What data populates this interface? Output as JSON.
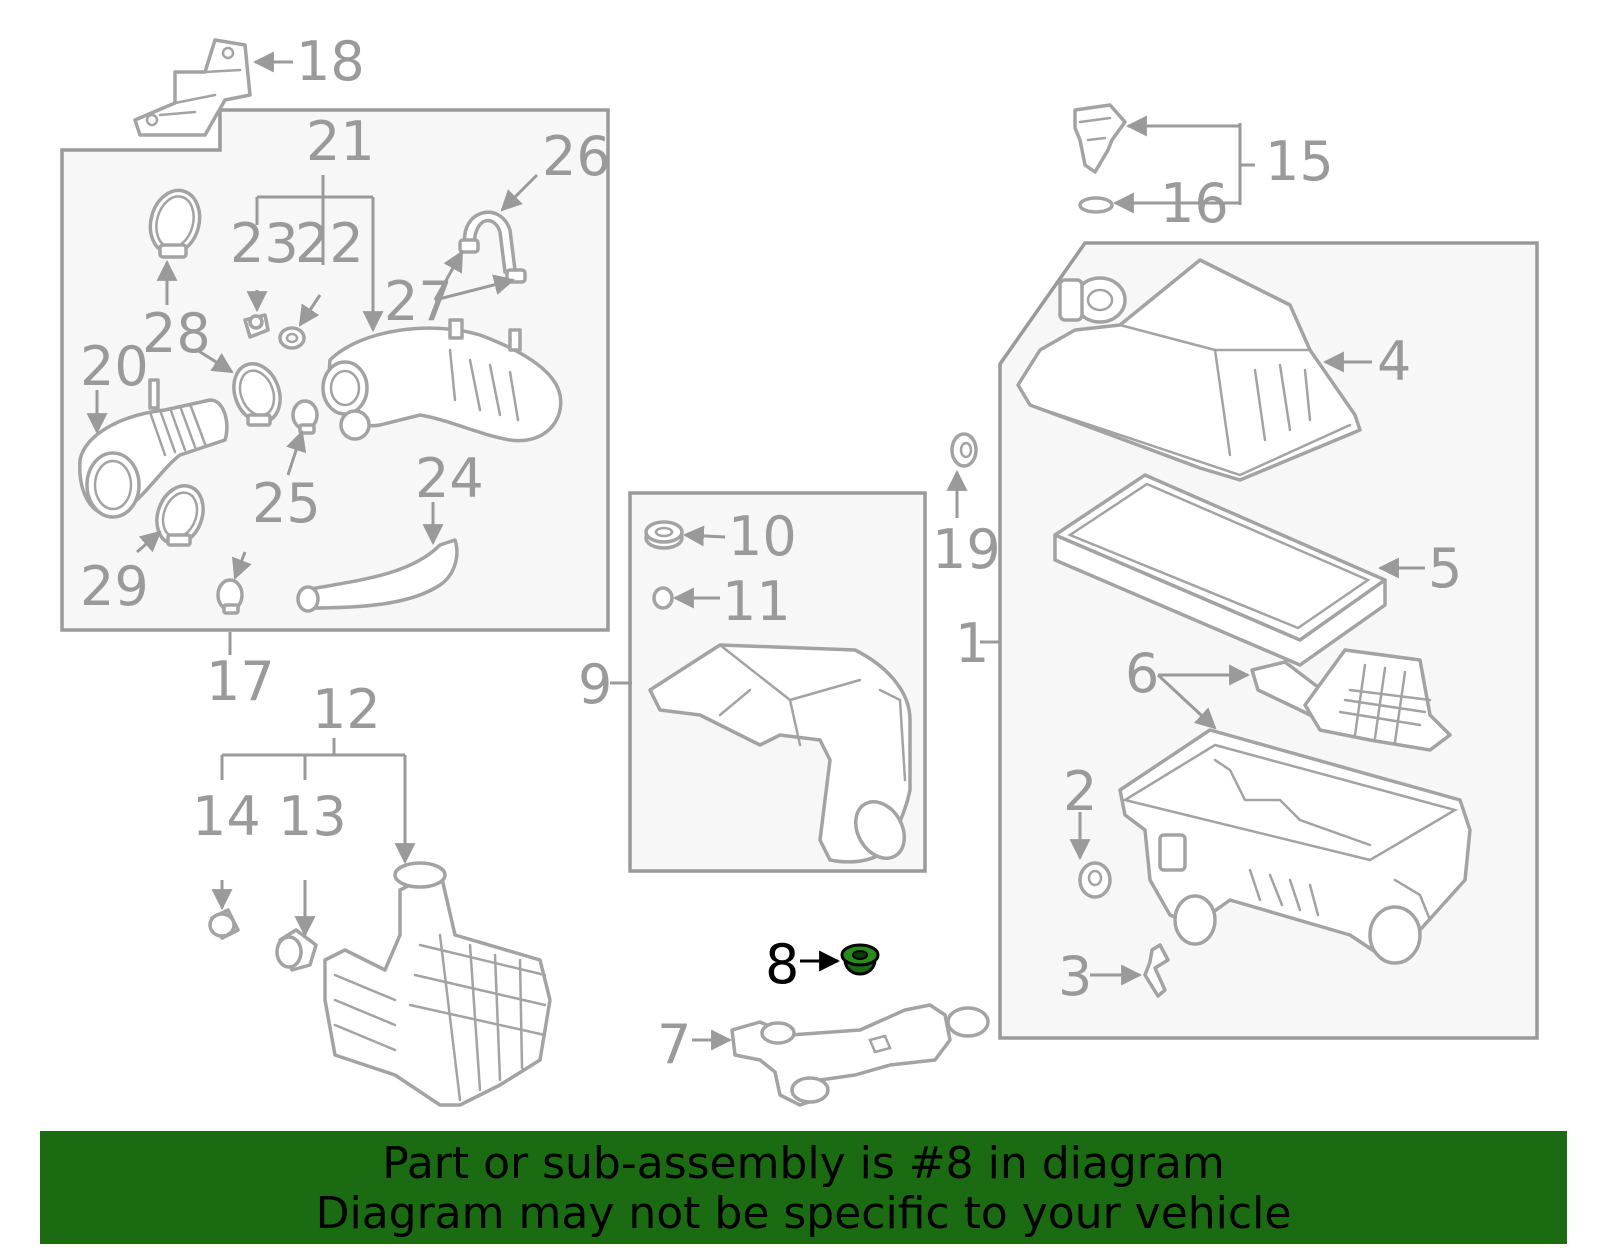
{
  "diagram": {
    "highlighted_part": "8",
    "highlight_color": "#1b6b12",
    "callouts": {
      "c1": "1",
      "c2": "2",
      "c3": "3",
      "c4": "4",
      "c5": "5",
      "c6": "6",
      "c7": "7",
      "c8": "8",
      "c9": "9",
      "c10": "10",
      "c11": "11",
      "c12": "12",
      "c13": "13",
      "c14": "14",
      "c15": "15",
      "c16": "16",
      "c17": "17",
      "c18": "18",
      "c19": "19",
      "c20": "20",
      "c21": "21",
      "c22": "22",
      "c23": "23",
      "c24": "24",
      "c25": "25",
      "c26": "26",
      "c27": "27",
      "c28": "28",
      "c29": "29"
    }
  },
  "banner": {
    "line1": "Part or sub-assembly is #8 in diagram",
    "line2": "Diagram may not be specific to your vehicle",
    "background": "#1b6b12"
  }
}
